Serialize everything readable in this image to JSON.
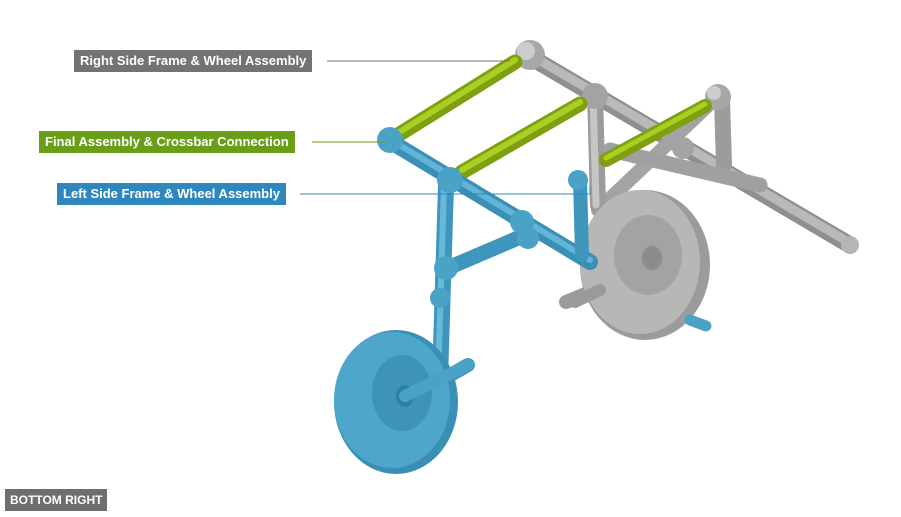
{
  "callouts": {
    "right_side": "Right Side Frame & Wheel Assembly",
    "final_assembly": "Final Assembly & Crossbar Connection",
    "left_side": "Left Side Frame & Wheel Assembly"
  },
  "view_label": "BOTTOM RIGHT",
  "colors": {
    "right_side": "#737373",
    "final_assembly": "#6a9d18",
    "left_side": "#2e88be",
    "grey_pipe": "#a9a9a9",
    "grey_pipe_light": "#c8c8c8",
    "green_pipe": "#97bb1a",
    "blue_pipe": "#4aa2c6",
    "view_tag": "#6e6e6e"
  }
}
